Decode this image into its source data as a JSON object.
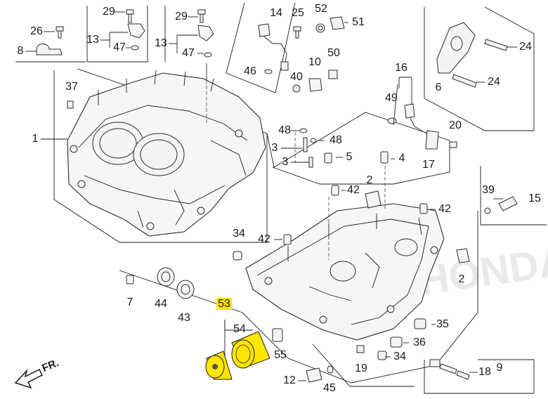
{
  "labels": {
    "n1": "1",
    "n2a": "2",
    "n2b": "2",
    "n3a": "3",
    "n3b": "3",
    "n4": "4",
    "n5": "5",
    "n6": "6",
    "n7": "7",
    "n8": "8",
    "n9": "9",
    "n10": "10",
    "n12": "12",
    "n13a": "13",
    "n13b": "13",
    "n14": "14",
    "n15": "15",
    "n16": "16",
    "n17": "17",
    "n18": "18",
    "n19": "19",
    "n20": "20",
    "n24a": "24",
    "n24b": "24",
    "n25": "25",
    "n26": "26",
    "n29a": "29",
    "n29b": "29",
    "n34a": "34",
    "n34b": "34",
    "n35": "35",
    "n36": "36",
    "n37": "37",
    "n39": "39",
    "n40": "40",
    "n42a": "42",
    "n42b": "42",
    "n42c": "42",
    "n43": "43",
    "n44": "44",
    "n45": "45",
    "n46": "46",
    "n47a": "47",
    "n47b": "47",
    "n48a": "48",
    "n48b": "48",
    "n49": "49",
    "n50": "50",
    "n51": "51",
    "n52": "52",
    "n53": "53",
    "n54": "54",
    "n55": "55"
  },
  "direction_label": "FR.",
  "watermark": "HONDA",
  "colors": {
    "highlight": "#ffe600",
    "line": "#1a1a1a"
  }
}
